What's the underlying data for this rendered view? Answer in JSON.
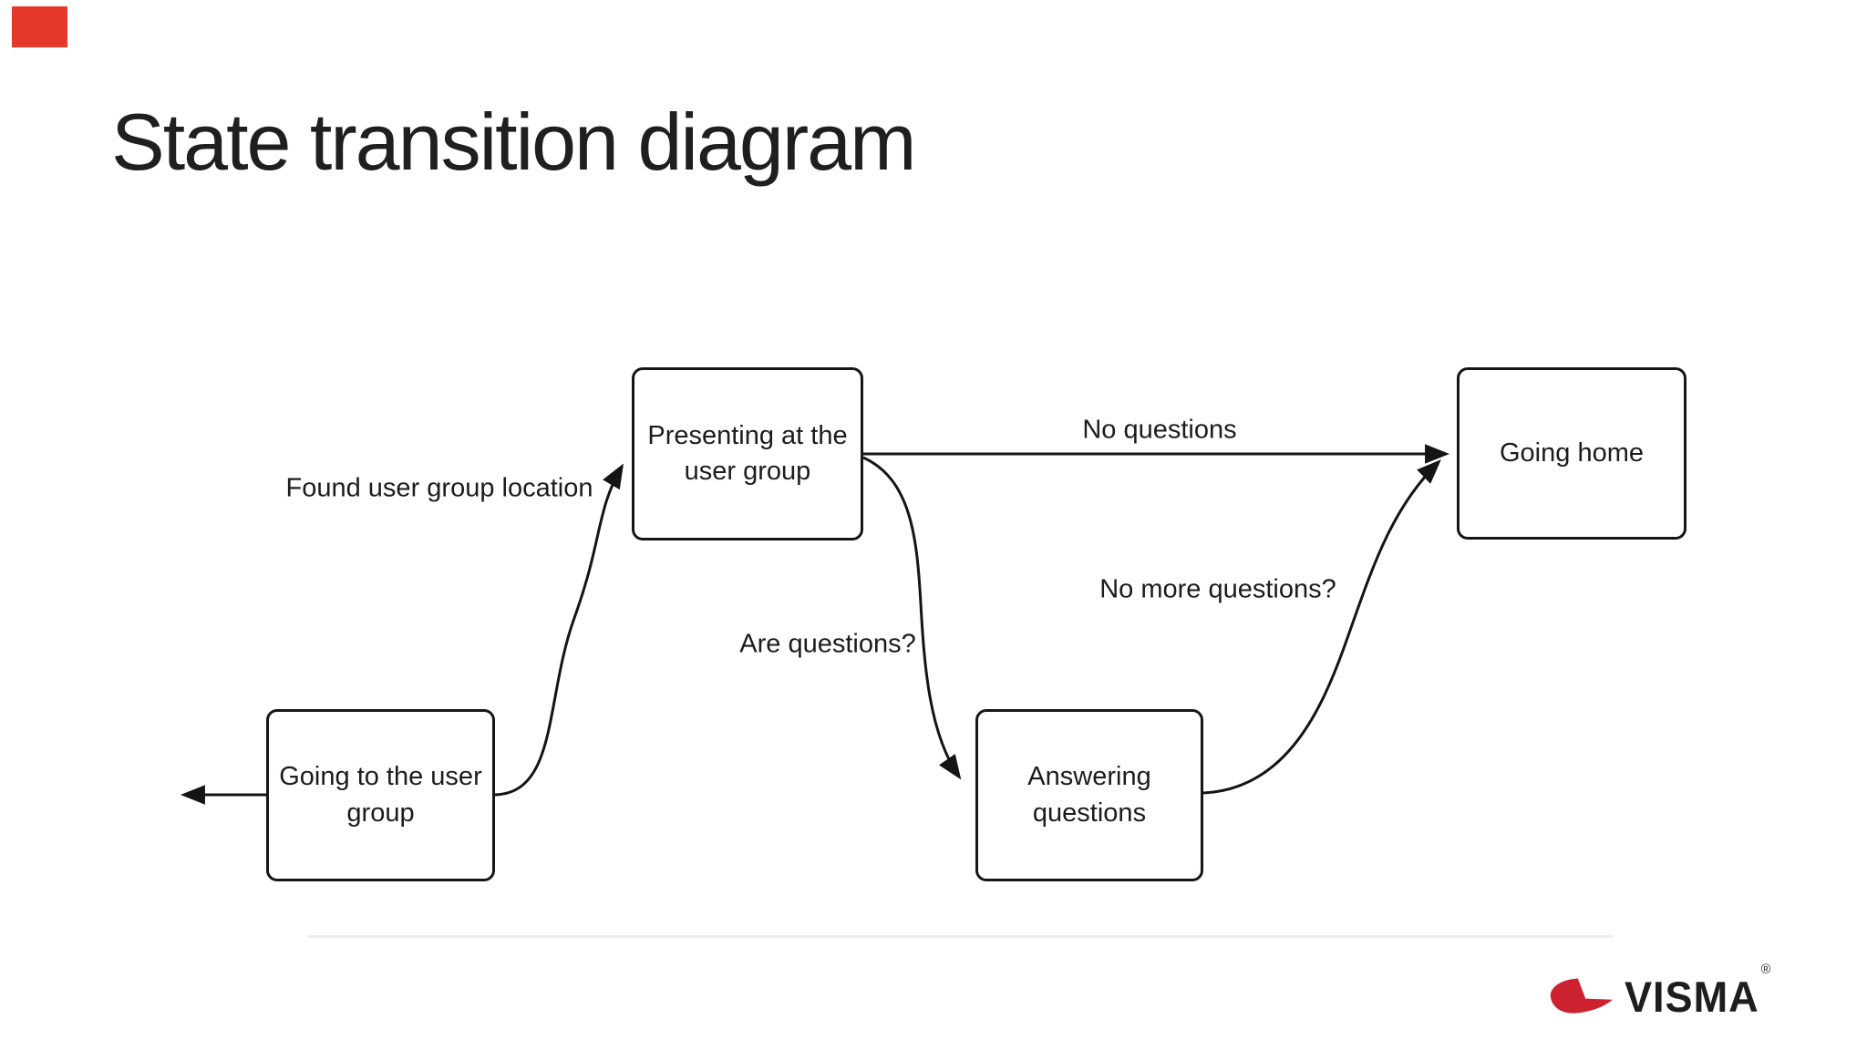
{
  "slide": {
    "title": "State transition diagram"
  },
  "accents": {
    "corner_red": "#e6392b",
    "line_black": "#141414",
    "brand_red": "#cc2230",
    "divider_gray": "#ededed"
  },
  "diagram": {
    "nodes": [
      {
        "id": "presenting",
        "label": "Presenting at the\nuser group"
      },
      {
        "id": "going-home",
        "label": "Going home"
      },
      {
        "id": "going-to-user-group",
        "label": "Going to the user\ngroup"
      },
      {
        "id": "answering",
        "label": "Answering\nquestions"
      }
    ],
    "edges": [
      {
        "id": "found-user-group-location",
        "label": "Found user group location",
        "from": "going-to-user-group",
        "to": "presenting"
      },
      {
        "id": "no-questions",
        "label": "No questions",
        "from": "presenting",
        "to": "going-home"
      },
      {
        "id": "are-questions",
        "label": "Are questions?",
        "from": "presenting",
        "to": "answering"
      },
      {
        "id": "no-more-questions",
        "label": "No more questions?",
        "from": "answering",
        "to": "going-home"
      },
      {
        "id": "exit-left",
        "label": "",
        "from": "going-to-user-group",
        "to": "outside"
      }
    ]
  },
  "footer": {
    "brand": "VISMA",
    "registered": "®"
  }
}
